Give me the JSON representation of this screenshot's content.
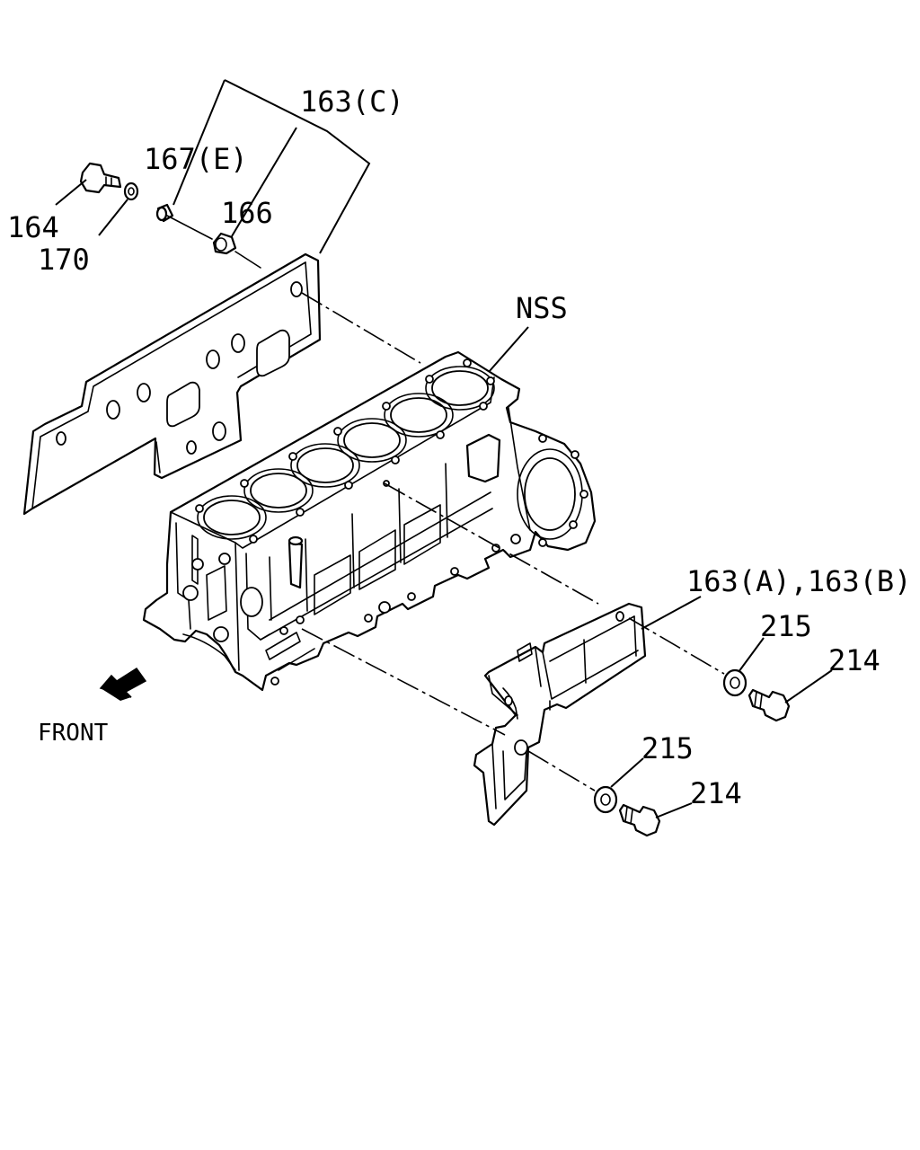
{
  "labels": {
    "l163c": "163(C)",
    "l167e": "167(E)",
    "l164": "164",
    "l170": "170",
    "l166": "166",
    "lnss": "NSS",
    "l163ab": "163(A),163(B)",
    "l215a": "215",
    "l214a": "214",
    "l215b": "215",
    "l214b": "214",
    "lfront": "FRONT"
  },
  "icons": {
    "front_arrow": "front-direction-arrow-icon"
  }
}
